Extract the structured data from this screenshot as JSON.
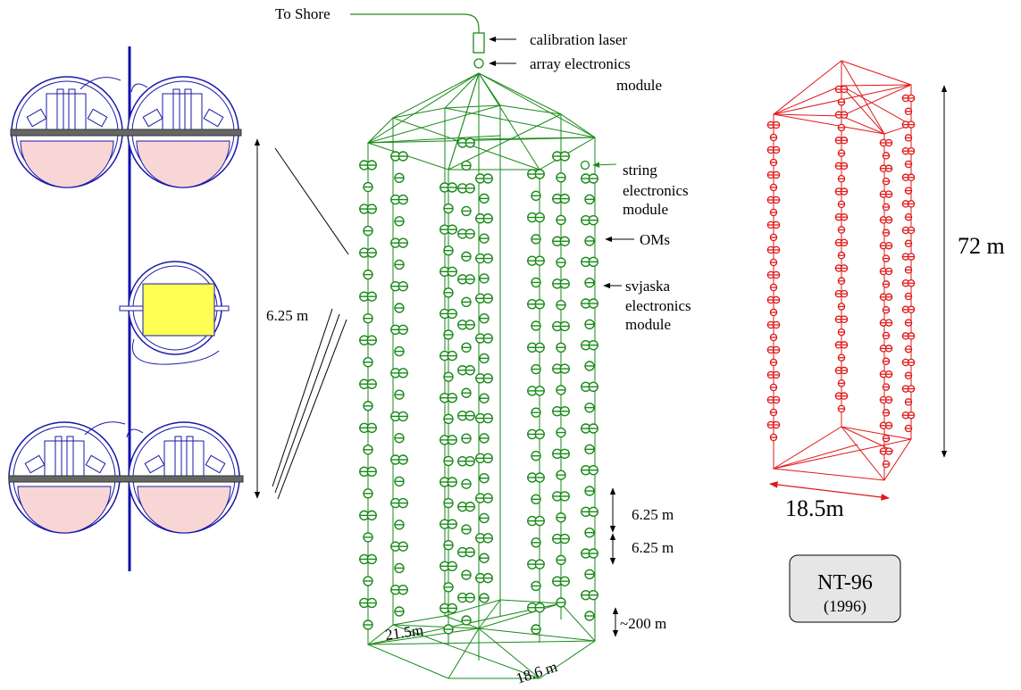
{
  "labels": {
    "to_shore": "To Shore",
    "calibration_laser": "calibration laser",
    "array_electronics_1": "array electronics",
    "array_electronics_2": "module",
    "string_electronics_1": "string",
    "string_electronics_2": "electronics",
    "string_electronics_3": "module",
    "oms": "OMs",
    "svjaska_1": "svjaska",
    "svjaska_2": "electronics",
    "svjaska_3": "module",
    "pair_spacing": "6.25 m",
    "spacing_1": "6.25 m",
    "spacing_2": "6.25 m",
    "depth_offset": "~200 m",
    "diameter": "21.5m",
    "side": "18.6 m",
    "nt96_height": "72 m",
    "nt96_width": "18.5m",
    "nt96_name": "NT-96",
    "nt96_year": "(1996)"
  },
  "colors": {
    "module_outline": "#1a1aa8",
    "hemisphere_fill": "#f9d6d6",
    "electronics_box": "#ffff55",
    "string_rod": "#1010b0",
    "array_green": "#1a8a1a",
    "nt96_red": "#e01818",
    "badge_fill": "#e6e6e6"
  }
}
